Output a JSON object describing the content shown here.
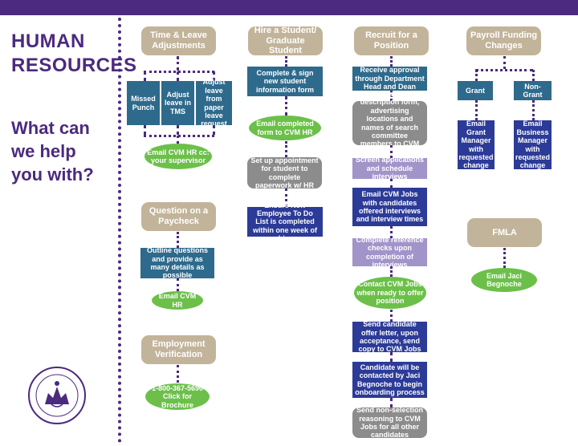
{
  "header": {
    "bar_color": "#4b2a7f"
  },
  "sidebar": {
    "title_line1": "HUMAN",
    "title_line2": "RESOURCES",
    "question": "What can we help you with?",
    "seal_icon": "university-seal-icon"
  },
  "colors": {
    "purple": "#4b2a7f",
    "tan": "#c2b49a",
    "teal": "#2e6a8c",
    "navy": "#2c3b97",
    "gray": "#8c8c8c",
    "lavender": "#a194c9",
    "green": "#6cc04a"
  },
  "col1": {
    "timeleave": {
      "title": "Time & Leave Adjustments",
      "missed": "Missed Punch",
      "adjust_tms": "Adjust leave in TMS",
      "adjust_paper": "Adjust leave from paper leave request",
      "email": "Email CVM HR cc: your supervisor"
    },
    "question": {
      "title": "Question on a Paycheck",
      "outline": "Outline questions and provide as many details as possible",
      "email": "Email CVM HR"
    },
    "verification": {
      "title": "Employment Verification",
      "phone": "1-800-367-5690 Click for Brochure"
    }
  },
  "col2": {
    "title": "Hire a Student/ Graduate Student",
    "step1": "Complete & sign new student information form",
    "step2": "Email completed form to CVM HR",
    "step3": "Set up appointment for student to complete paperwork w/ HR",
    "step4": "Ensure New Employee To Do List is completed within one week of hire"
  },
  "col3": {
    "title": "Recruit for a Position",
    "step1": "Receive approval through Department Head and Dean",
    "step2": "Submit position description form, advertising locations and names of search committee members to CVM Jobs",
    "step3": "Screen applications and schedule interviews",
    "step4": "Email CVM Jobs with candidates offered interviews and interview times",
    "step5": "Complete reference checks upon completion of interviews",
    "step6": "Contact CVM Jobs when ready to offer position",
    "step7": "Send candidate offer letter, upon acceptance, send copy to CVM Jobs",
    "step8": "Candidate will be contacted by Jaci Begnoche to begin onboarding process",
    "step9": "Send non-selection reasoning to CVM Jobs for all other candidates"
  },
  "col4": {
    "payroll": {
      "title": "Payroll Funding Changes",
      "grant": "Grant",
      "nongrant": "Non-Grant",
      "grant_email": "Email Grant Manager with requested change",
      "nongrant_email": "Email Business Manager with requested change"
    },
    "fmla": {
      "title": "FMLA",
      "email": "Email Jaci Begnoche"
    }
  }
}
